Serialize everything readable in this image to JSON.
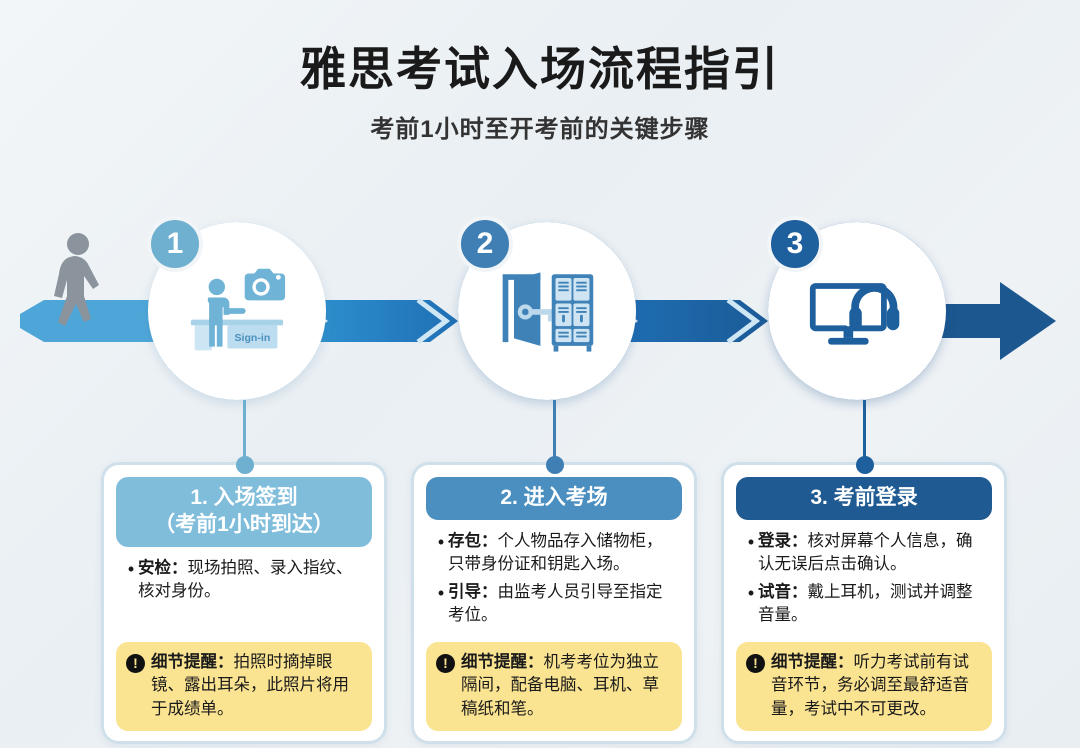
{
  "header": {
    "title": "雅思考试入场流程指引",
    "subtitle": "考前1小时至开考前的关键步骤"
  },
  "colors": {
    "background": "#eef2f5",
    "step1": "#6fafd0",
    "step2": "#3f7fb4",
    "step3": "#1e5f9d",
    "header1": "#7fbddb",
    "header2": "#4a8fc0",
    "header3": "#1f5a92",
    "warning": "#fbe491",
    "card_border": "#cfe0ea",
    "walker": "#8b949c"
  },
  "flow": {
    "walker_icon": "walking-person-icon",
    "end_arrow_icon": "arrow-right-icon",
    "steps": [
      {
        "number": "1",
        "icon": "sign-in-desk-camera-icon",
        "desk_label": "Sign-in"
      },
      {
        "number": "2",
        "icon": "door-key-lockers-icon"
      },
      {
        "number": "3",
        "icon": "monitor-headphones-icon"
      }
    ]
  },
  "cards": [
    {
      "title": "1. 入场签到",
      "subtitle": "（考前1小时到达）",
      "bullets": [
        {
          "label": "安检：",
          "text": "现场拍照、录入指纹、核对身份。"
        }
      ],
      "warning": {
        "label": "细节提醒：",
        "text": "拍照时摘掉眼镜、露出耳朵，此照片将用于成绩单。"
      }
    },
    {
      "title": "2. 进入考场",
      "subtitle": "",
      "bullets": [
        {
          "label": "存包：",
          "text": "个人物品存入储物柜，只带身份证和钥匙入场。"
        },
        {
          "label": "引导：",
          "text": "由监考人员引导至指定考位。"
        }
      ],
      "warning": {
        "label": "细节提醒：",
        "text": "机考考位为独立隔间，配备电脑、耳机、草稿纸和笔。"
      }
    },
    {
      "title": "3. 考前登录",
      "subtitle": "",
      "bullets": [
        {
          "label": "登录：",
          "text": "核对屏幕个人信息，确认无误后点击确认。"
        },
        {
          "label": "试音：",
          "text": "戴上耳机，测试并调整音量。"
        }
      ],
      "warning": {
        "label": "细节提醒：",
        "text": "听力考试前有试音环节，务必调至最舒适音量，考试中不可更改。"
      }
    }
  ]
}
